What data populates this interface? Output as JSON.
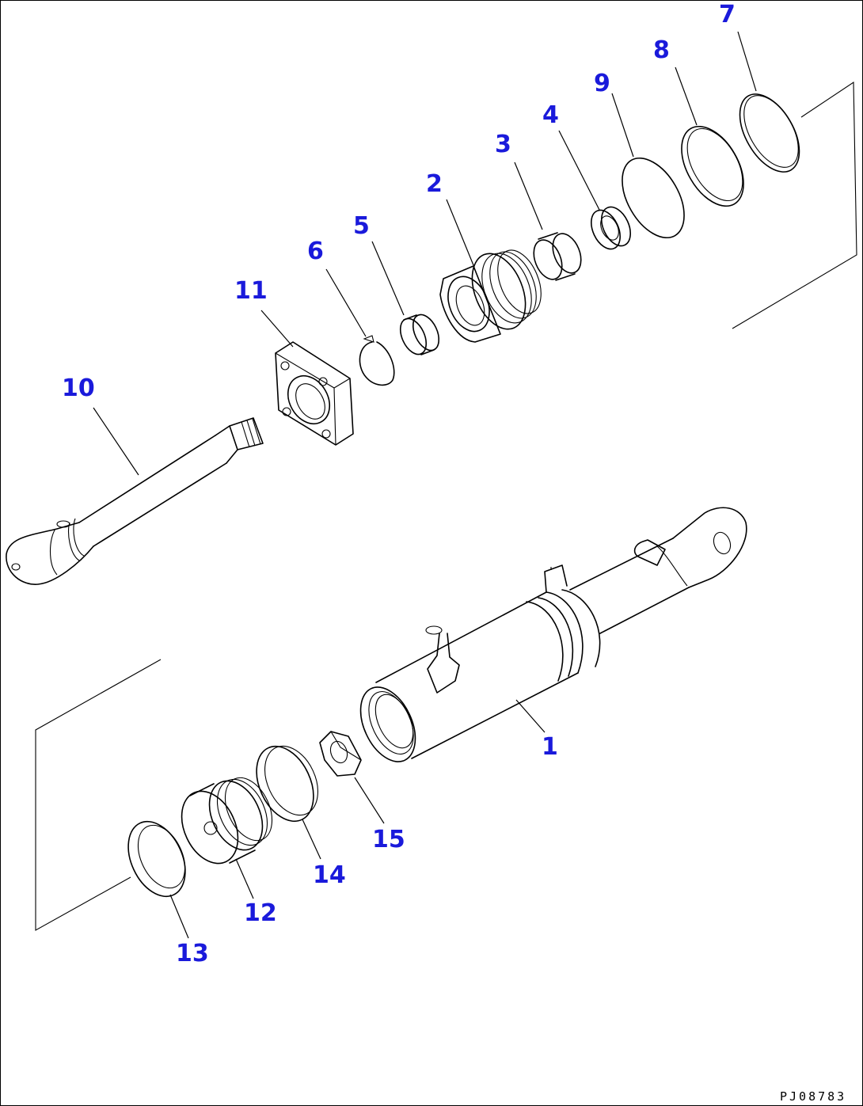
{
  "callouts": {
    "p1": "1",
    "p2": "2",
    "p3": "3",
    "p4": "4",
    "p5": "5",
    "p6": "6",
    "p7": "7",
    "p8": "8",
    "p9": "9",
    "p10": "10",
    "p11": "11",
    "p12": "12",
    "p13": "13",
    "p14": "14",
    "p15": "15"
  },
  "drawing_id": "PJ08783",
  "colors": {
    "callout": "#1a1adb",
    "line": "#000000",
    "background": "#ffffff"
  }
}
